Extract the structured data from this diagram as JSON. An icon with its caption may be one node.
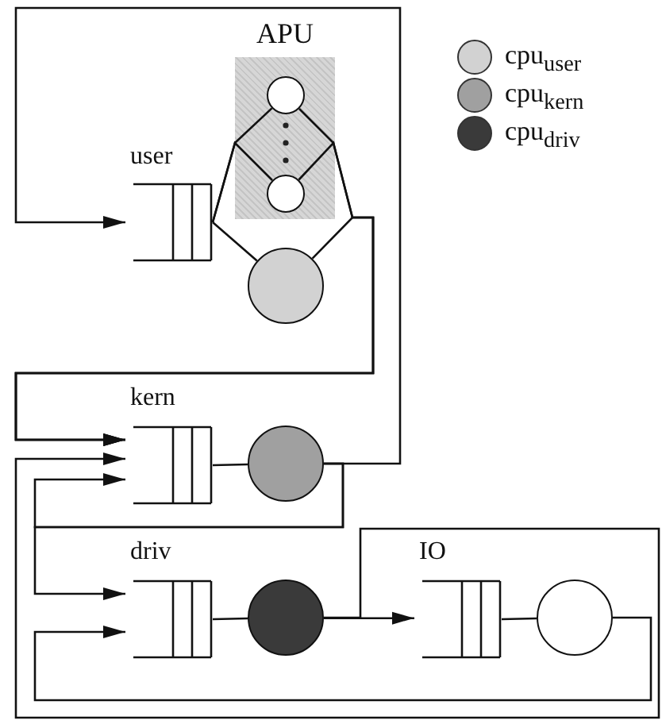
{
  "diagram": {
    "nodes": [
      {
        "text": [
          "APU"
        ]
      },
      {
        "text": [],
        "shape": "circle",
        "in": 0
      },
      {
        "text": [],
        "shape": "circle",
        "in": 0
      },
      {
        "text": [
          "user"
        ]
      },
      {
        "text": [],
        "shape": "circle"
      },
      {
        "text": [
          "kern"
        ]
      },
      {
        "text": [],
        "shape": "circle"
      },
      {
        "text": [
          "driv"
        ]
      },
      {
        "text": [],
        "shape": "circle"
      },
      {
        "text": [
          "IO"
        ]
      },
      {
        "text": [],
        "shape": "circle"
      }
    ],
    "edges": [
      {
        "from": 3,
        "to": 1,
        "arrow": "none"
      },
      {
        "from": 3,
        "to": 2,
        "arrow": "none"
      },
      {
        "from": 3,
        "to": 4,
        "arrow": "none"
      },
      {
        "from": 1,
        "to": 5,
        "arrow": "to"
      },
      {
        "from": 2,
        "to": 5,
        "arrow": "to"
      },
      {
        "from": 4,
        "to": 5,
        "arrow": "to"
      },
      {
        "from": 5,
        "to": 6,
        "arrow": "none"
      },
      {
        "from": 6,
        "to": 3,
        "arrow": "to"
      },
      {
        "from": 6,
        "to": 5,
        "arrow": "to"
      },
      {
        "from": 6,
        "to": 7,
        "arrow": "to"
      },
      {
        "from": 7,
        "to": 8,
        "arrow": "none"
      },
      {
        "from": 8,
        "to": 9,
        "arrow": "to"
      },
      {
        "from": 8,
        "to": 5,
        "arrow": "to"
      },
      {
        "from": 9,
        "to": 10,
        "arrow": "none"
      },
      {
        "from": 10,
        "to": 7,
        "arrow": "to"
      }
    ],
    "legend": [
      {
        "text": "cpu$_{user}$",
        "color": "#d2d2d2"
      },
      {
        "text": "cpu$_{kern}$",
        "color": "#a0a0a0"
      },
      {
        "text": "cpu$_{driv}$",
        "color": "#3a3a3a"
      }
    ]
  }
}
